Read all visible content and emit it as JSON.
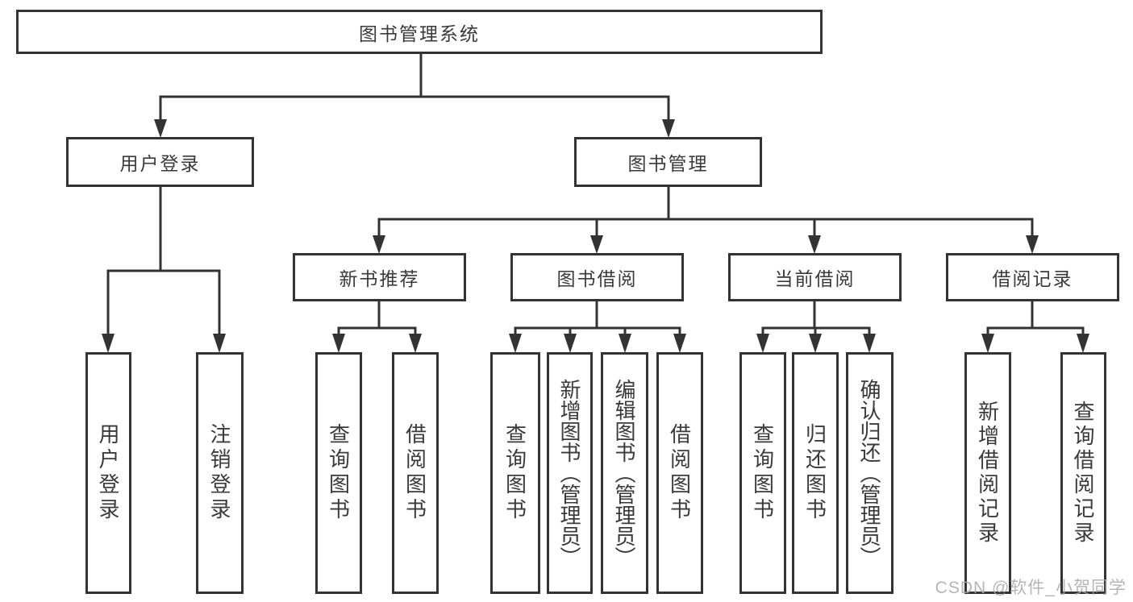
{
  "diagram": {
    "root": {
      "label": "图书管理系统"
    },
    "branches": [
      {
        "label": "用户登录",
        "children": [
          {
            "label": "用户登录"
          },
          {
            "label": "注销登录"
          }
        ]
      },
      {
        "label": "图书管理",
        "children": [
          {
            "label": "新书推荐",
            "children": [
              {
                "label": "查询图书"
              },
              {
                "label": "借阅图书"
              }
            ]
          },
          {
            "label": "图书借阅",
            "children": [
              {
                "label": "查询图书"
              },
              {
                "label": "新增图书（管理员）"
              },
              {
                "label": "编辑图书（管理员）"
              },
              {
                "label": "借阅图书"
              }
            ]
          },
          {
            "label": "当前借阅",
            "children": [
              {
                "label": "查询图书"
              },
              {
                "label": "归还图书"
              },
              {
                "label": "确认归还（管理员）"
              }
            ]
          },
          {
            "label": "借阅记录",
            "children": [
              {
                "label": "新增借阅记录"
              },
              {
                "label": "查询借阅记录"
              }
            ]
          }
        ]
      }
    ]
  },
  "colors": {
    "line": "#333333",
    "text": "#3a3a3a",
    "watermark": "#a8a8a8"
  },
  "watermark": {
    "text": "CSDN @软件_小贺同学"
  }
}
